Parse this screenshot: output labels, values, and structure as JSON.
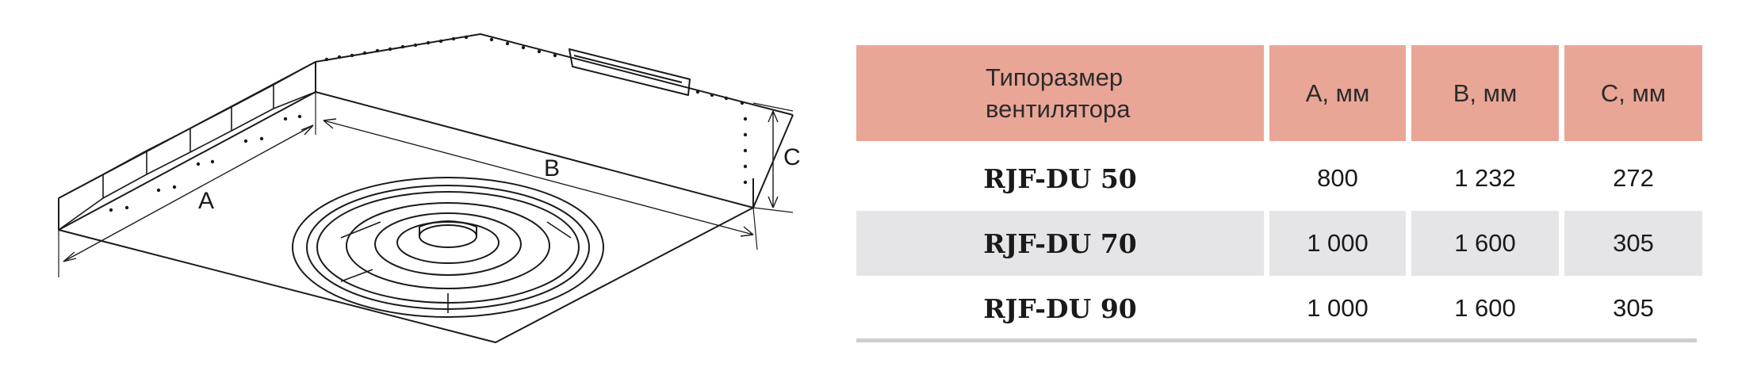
{
  "drawing": {
    "dimension_labels": {
      "a": "A",
      "b": "B",
      "c": "C"
    }
  },
  "table": {
    "headers": {
      "model_line1": "Типоразмер",
      "model_line2": "вентилятора",
      "a": "A, мм",
      "b": "B, мм",
      "c": "C, мм"
    },
    "rows": [
      {
        "model": "RJF-DU 50",
        "a": "800",
        "b": "1 232",
        "c": "272"
      },
      {
        "model": "RJF-DU 70",
        "a": "1 000",
        "b": "1 600",
        "c": "305"
      },
      {
        "model": "RJF-DU 90",
        "a": "1 000",
        "b": "1 600",
        "c": "305"
      }
    ]
  },
  "colors": {
    "header_bg": "#e9a595",
    "row_shade": "#e5e5e7",
    "rule": "#cfcfcf"
  }
}
